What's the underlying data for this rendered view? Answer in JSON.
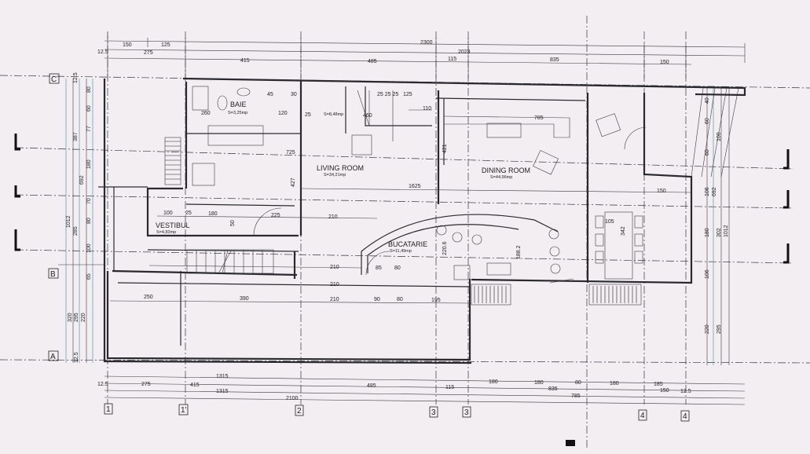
{
  "rooms": {
    "baie": {
      "name": "BAIE",
      "area": "S=3,25mp"
    },
    "hall": {
      "area": "S=8,48mp"
    },
    "living": {
      "name": "LIVING ROOM",
      "area": "S=34,21mp"
    },
    "dining": {
      "name": "DINING ROOM",
      "area": "S=44,96mp"
    },
    "kitchen": {
      "name": "BUCATARIE",
      "area": "S=11,49mp"
    },
    "vestibul": {
      "name": "VESTIBUL",
      "area": "S=4,83mp"
    }
  },
  "grid_axes": {
    "rows": [
      "C",
      "B",
      "A"
    ],
    "columns": [
      "1",
      "1'",
      "2",
      "3",
      "3",
      "4",
      "4"
    ]
  },
  "top_dims": [
    "150",
    "125",
    "2300",
    "12.5",
    "275",
    "2023",
    "415",
    "485",
    "115",
    "835",
    "150"
  ],
  "bottom_dims": [
    "12.5",
    "275",
    "1315",
    "415",
    "485",
    "115",
    "180",
    "180",
    "80",
    "180",
    "185",
    "835",
    "150",
    "12.5",
    "1315",
    "2100",
    "785"
  ],
  "left_dims": [
    "12.5",
    "387",
    "80",
    "60",
    "77",
    "180",
    "1012",
    "692",
    "70",
    "285",
    "80",
    "100",
    "65",
    "320",
    "295",
    "220",
    "12.5"
  ],
  "right_dims": [
    "40",
    "60",
    "60",
    "100",
    "106",
    "692",
    "180",
    "302",
    "1012",
    "106",
    "295",
    "220"
  ],
  "interior_dims": [
    "260",
    "120",
    "45",
    "30",
    "25",
    "460",
    "25 25 25",
    "125",
    "110",
    "725",
    "427",
    "1625",
    "785",
    "421",
    "225",
    "210",
    "100",
    "180",
    "25",
    "210",
    "210",
    "250",
    "390",
    "210",
    "90",
    "80",
    "195",
    "220.6",
    "188.2",
    "150",
    "342",
    "105",
    "85",
    "80",
    "50"
  ]
}
